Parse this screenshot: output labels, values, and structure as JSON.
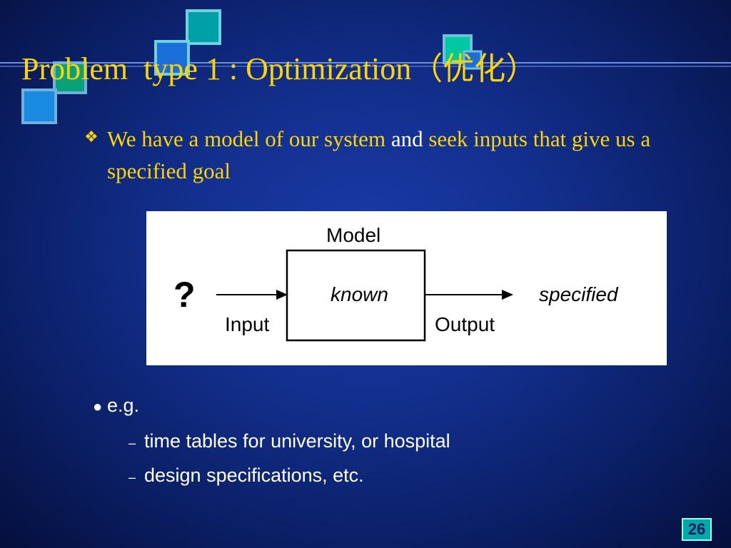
{
  "slide": {
    "title": "Problem  type 1 : Optimization（优化）",
    "page_number": "26"
  },
  "bullet": {
    "marker_icon": "diamond-bullet-icon",
    "text_part1": "We have a model of our system ",
    "text_part2": "and",
    "text_part3": " seek inputs that give us a specified goal"
  },
  "diagram": {
    "question": "?",
    "model_label": "Model",
    "box_text": "known",
    "input_label": "Input",
    "output_label": "Output",
    "result_text": "specified"
  },
  "examples": {
    "heading": "e.g.",
    "items": [
      "time tables for university, or hospital",
      "design specifications, etc."
    ]
  },
  "colors": {
    "title": "#ffd400",
    "background": "#13308f",
    "accent_teal": "#00a8a8"
  }
}
